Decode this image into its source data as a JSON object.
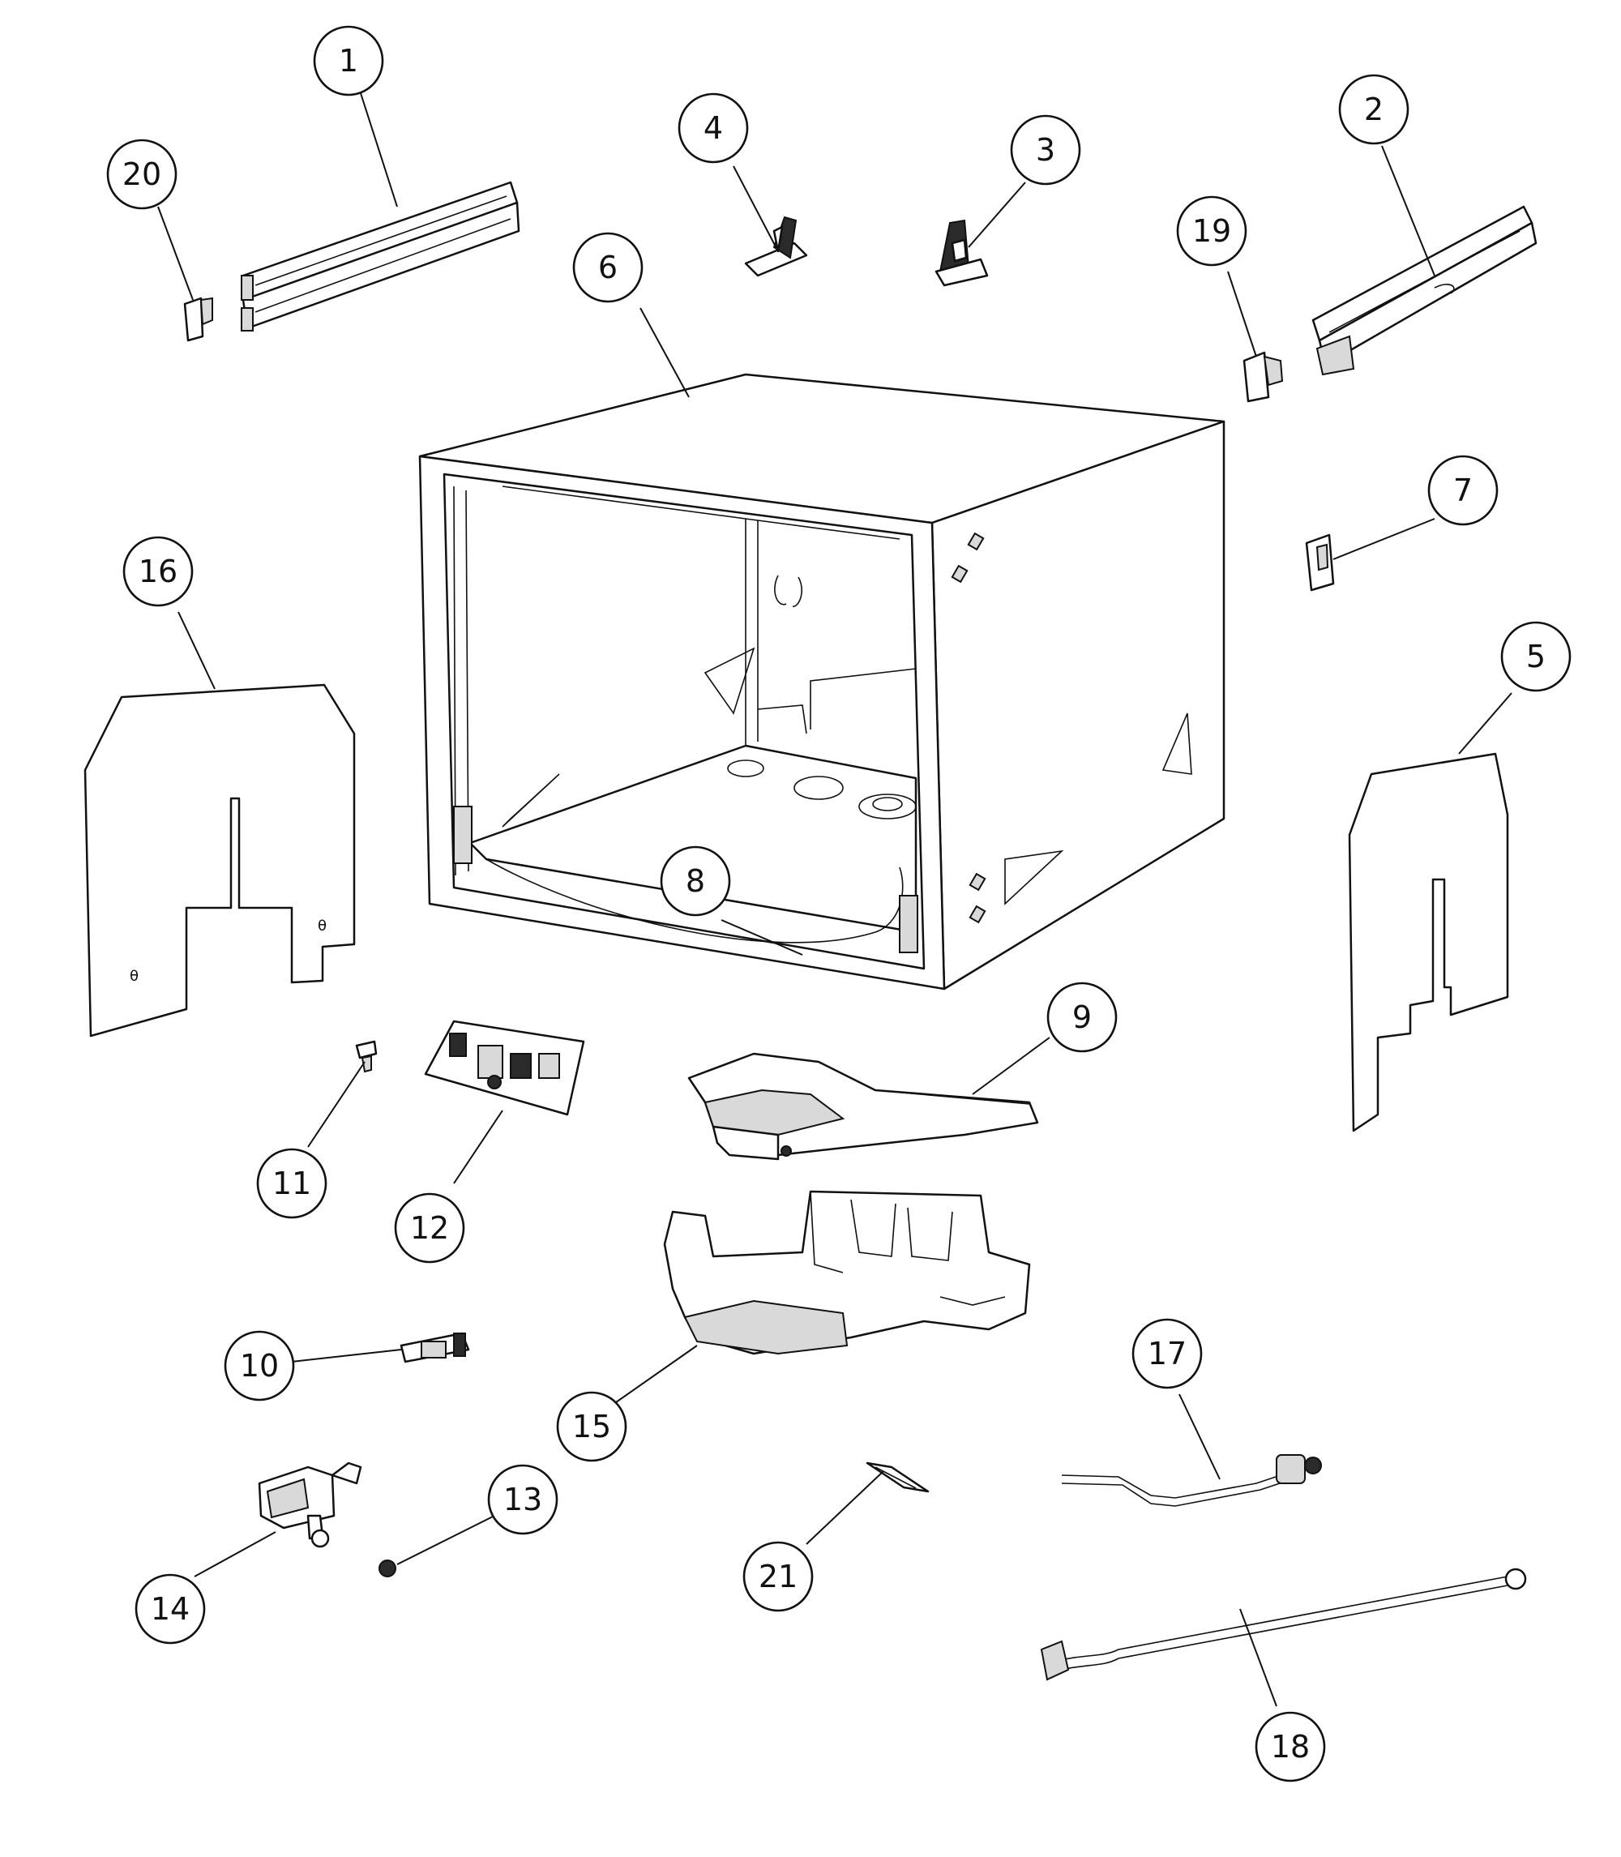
{
  "callouts": [
    {
      "id": "callout-1",
      "label": "1"
    },
    {
      "id": "callout-2",
      "label": "2"
    },
    {
      "id": "callout-3",
      "label": "3"
    },
    {
      "id": "callout-4",
      "label": "4"
    },
    {
      "id": "callout-5",
      "label": "5"
    },
    {
      "id": "callout-6",
      "label": "6"
    },
    {
      "id": "callout-7",
      "label": "7"
    },
    {
      "id": "callout-8",
      "label": "8"
    },
    {
      "id": "callout-9",
      "label": "9"
    },
    {
      "id": "callout-10",
      "label": "10"
    },
    {
      "id": "callout-11",
      "label": "11"
    },
    {
      "id": "callout-12",
      "label": "12"
    },
    {
      "id": "callout-13",
      "label": "13"
    },
    {
      "id": "callout-14",
      "label": "14"
    },
    {
      "id": "callout-15",
      "label": "15"
    },
    {
      "id": "callout-16",
      "label": "16"
    },
    {
      "id": "callout-17",
      "label": "17"
    },
    {
      "id": "callout-18",
      "label": "18"
    },
    {
      "id": "callout-19",
      "label": "19"
    },
    {
      "id": "callout-20",
      "label": "20"
    },
    {
      "id": "callout-21",
      "label": "21"
    }
  ],
  "colors": {
    "line": "#111111",
    "background": "#ffffff"
  }
}
